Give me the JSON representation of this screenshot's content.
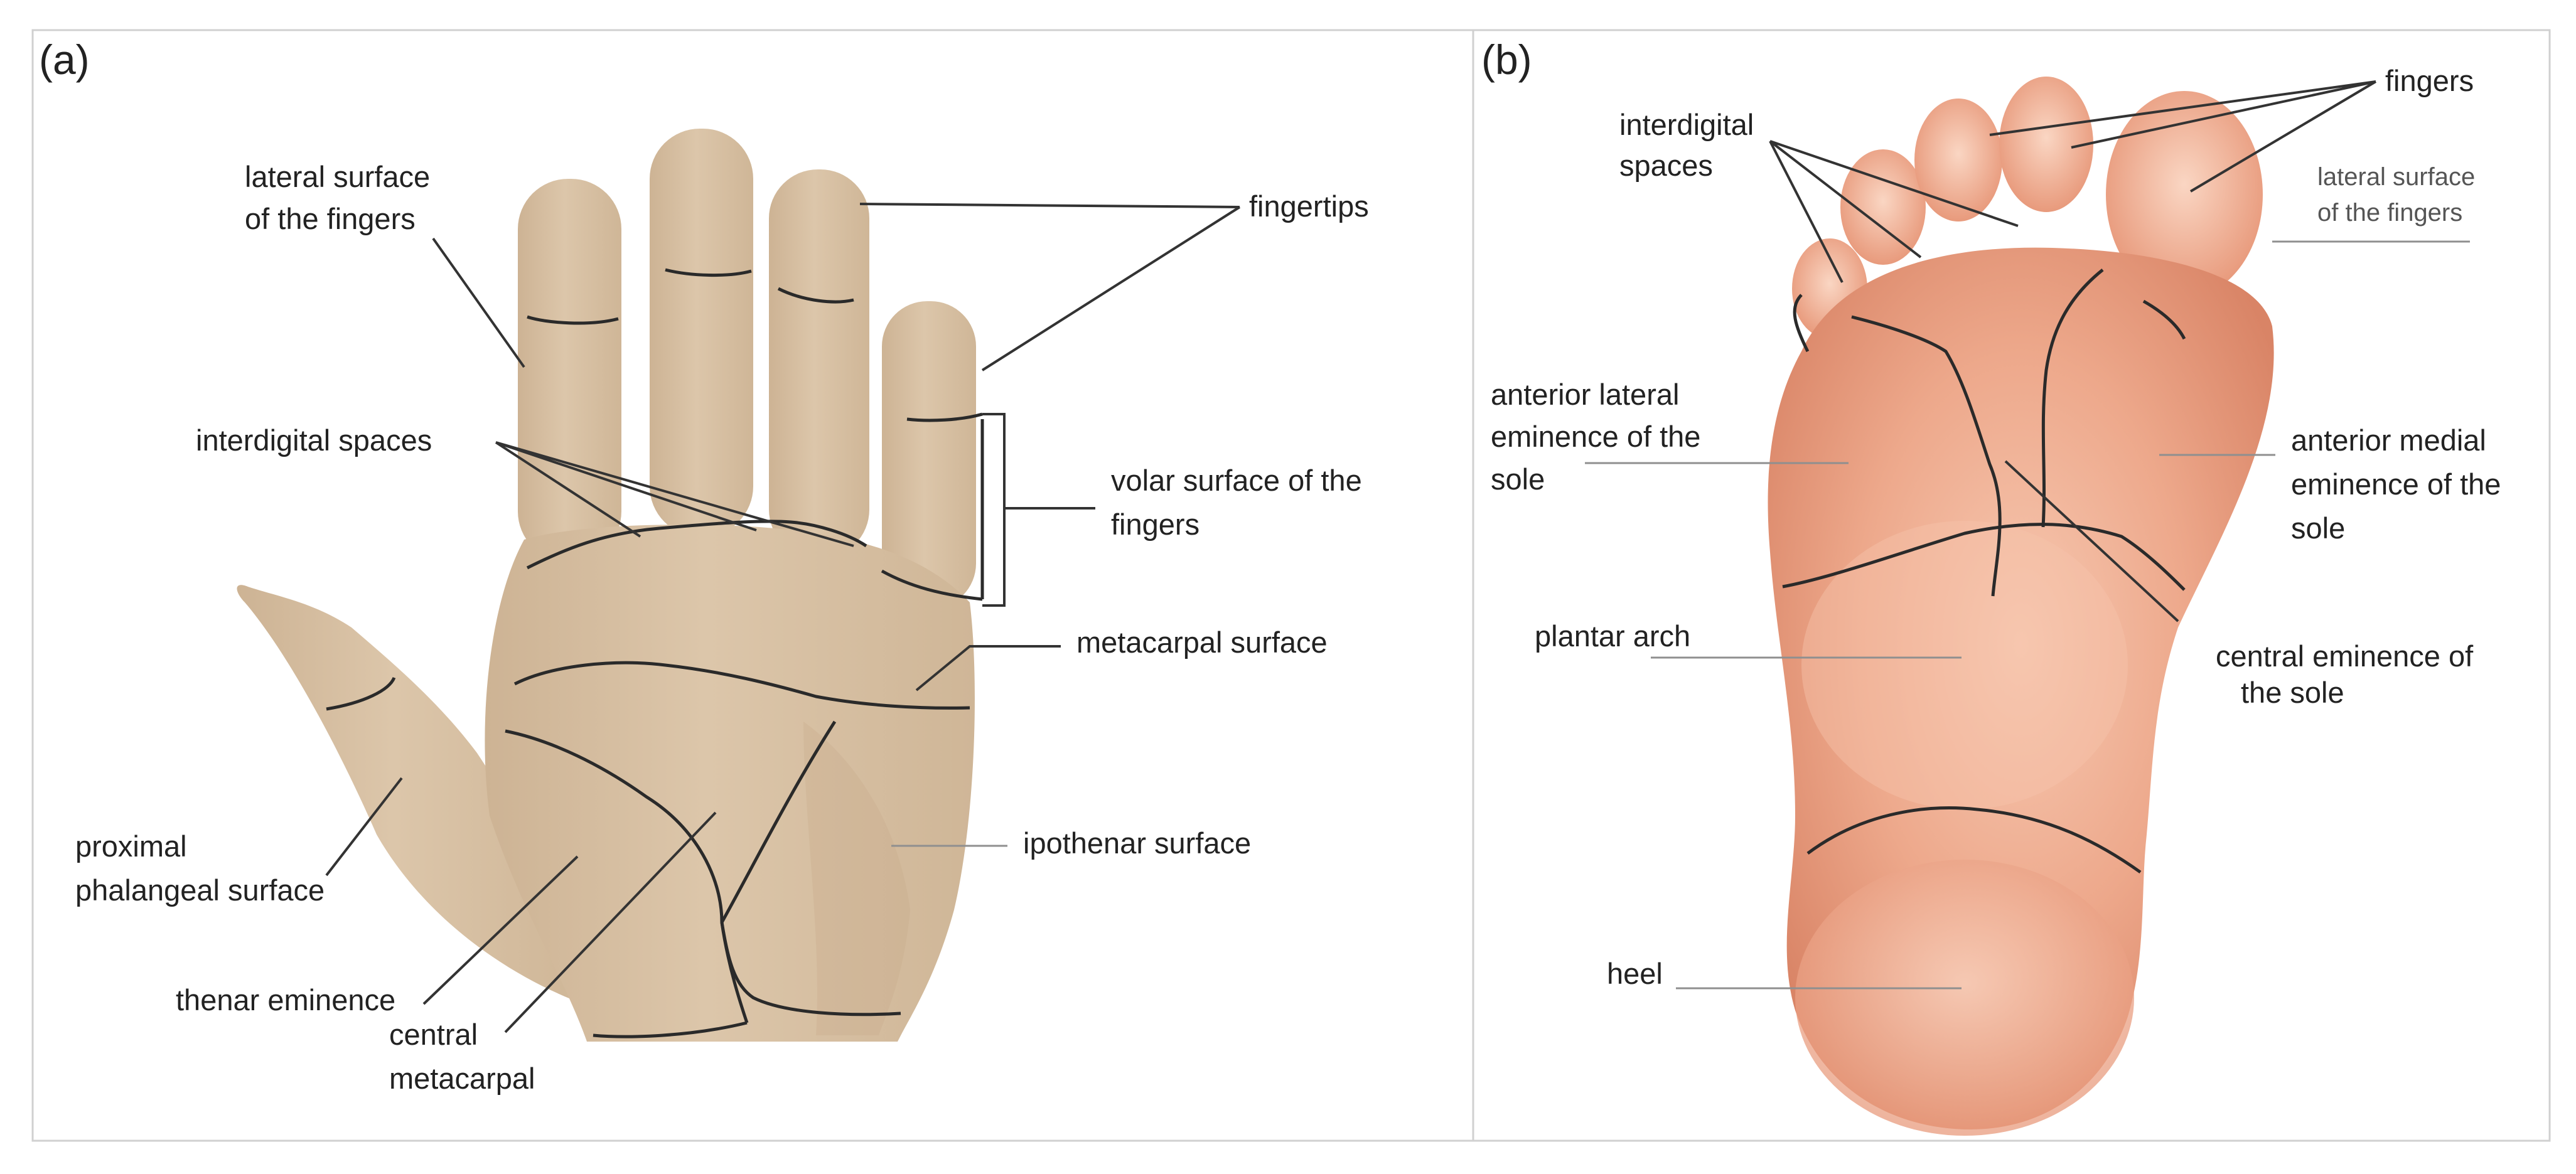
{
  "panels": [
    {
      "id": "a",
      "label": "(a)",
      "labels": {
        "lateral_surface": [
          "lateral surface",
          "of the fingers"
        ],
        "fingertips": "fingertips",
        "interdigital_spaces": "interdigital spaces",
        "volar_surface": [
          "volar surface of the",
          "fingers"
        ],
        "metacarpal_surface": "metacarpal surface",
        "ipothenar_surface": "ipothenar surface",
        "proximal_phalangeal": [
          "proximal",
          "phalangeal surface"
        ],
        "thenar_eminence": "thenar eminence",
        "central_metacarpal": [
          "central",
          "metacarpal"
        ]
      }
    },
    {
      "id": "b",
      "label": "(b)",
      "labels": {
        "interdigital_spaces": [
          "interdigital",
          "spaces"
        ],
        "fingers": "fingers",
        "lateral_surface": [
          "lateral surface",
          "of the fingers"
        ],
        "anterior_lateral": [
          "anterior lateral",
          "eminence of the",
          "sole"
        ],
        "anterior_medial": [
          "anterior medial",
          "eminence of the",
          "sole"
        ],
        "plantar_arch": "plantar arch",
        "central_eminence": [
          "central eminence of",
          "the sole"
        ],
        "heel": "heel"
      }
    }
  ],
  "colors": {
    "hand_skin": "#d9c2a5",
    "hand_shadow": "#c6ab8c",
    "foot_skin": "#eba286",
    "foot_highlight": "#f6c5ad",
    "foot_shadow": "#d98466",
    "crease": "#2a2a2a",
    "leader": "#333333",
    "frame": "#d0d0d0"
  }
}
